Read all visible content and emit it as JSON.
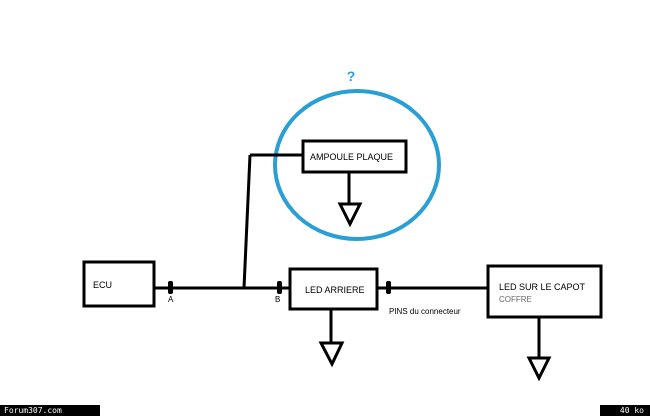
{
  "diagram": {
    "question_mark": "?",
    "boxes": {
      "ecu": "ECU",
      "ampoule": "AMPOULE PLAQUE",
      "led_arriere": "LED ARRIERE",
      "led_capot": "LED SUR LE CAPOT",
      "led_capot_sub": "COFFRE"
    },
    "connector_labels": {
      "a": "A",
      "b": "B"
    },
    "pins_label": "PINS du connecteur"
  },
  "footer": {
    "site": "Forum307.com",
    "size": "40 ko"
  },
  "colors": {
    "highlight_circle": "#2a9fd6",
    "line": "#000000"
  }
}
